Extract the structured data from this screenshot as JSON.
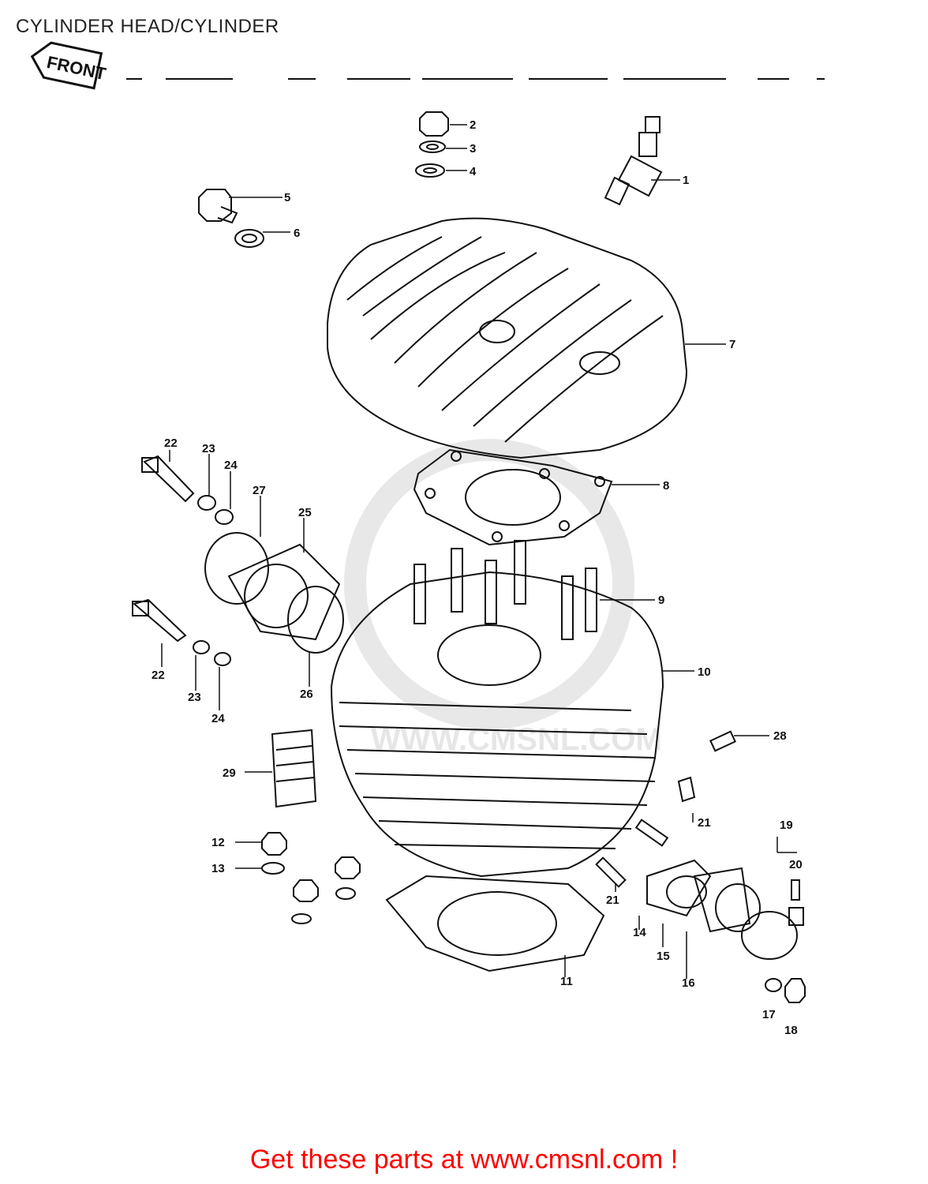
{
  "page": {
    "title": "CYLINDER HEAD/CYLINDER",
    "front_label": "FRONT",
    "watermark": "WWW.CMSNL.COM",
    "footer_link": "Get these parts at www.cmsnl.com !"
  },
  "callouts": [
    "1",
    "2",
    "3",
    "4",
    "5",
    "6",
    "7",
    "8",
    "9",
    "10",
    "11",
    "12",
    "13",
    "14",
    "15",
    "16",
    "17",
    "18",
    "19",
    "20",
    "21",
    "21",
    "22",
    "22",
    "23",
    "23",
    "24",
    "24",
    "25",
    "26",
    "27",
    "28",
    "29"
  ],
  "colors": {
    "line": "#111111",
    "footer": "#ff0000",
    "watermark": "#e4e4e4"
  }
}
